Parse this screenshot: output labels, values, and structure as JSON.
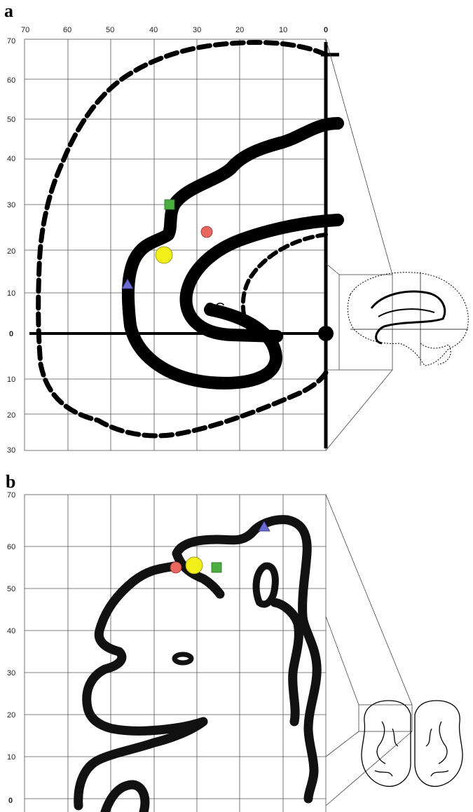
{
  "panel_a": {
    "letter": "a",
    "x_ticks": [
      "70",
      "60",
      "50",
      "40",
      "30",
      "20",
      "10",
      "0"
    ],
    "y_ticks": [
      "70",
      "60",
      "50",
      "40",
      "30",
      "20",
      "10",
      "0",
      "10",
      "20",
      "30"
    ],
    "region_label": "CC",
    "markers": [
      {
        "name": "green-square-marker",
        "shape": "square",
        "color": "#4cae3f"
      },
      {
        "name": "red-circle-marker",
        "shape": "circle",
        "color": "#e8675e"
      },
      {
        "name": "yellow-circle-marker",
        "shape": "circle",
        "color": "#f2ee1a"
      },
      {
        "name": "blue-triangle-marker",
        "shape": "triangle",
        "color": "#6a6ad2"
      }
    ]
  },
  "panel_b": {
    "letter": "b",
    "y_ticks": [
      "70",
      "60",
      "50",
      "40",
      "30",
      "20",
      "10",
      "0"
    ],
    "markers": [
      {
        "name": "blue-triangle-marker",
        "shape": "triangle",
        "color": "#6a6ad2"
      },
      {
        "name": "red-circle-marker",
        "shape": "circle",
        "color": "#e8675e"
      },
      {
        "name": "yellow-circle-marker",
        "shape": "circle",
        "color": "#f2ee1a"
      },
      {
        "name": "green-square-marker",
        "shape": "square",
        "color": "#4cae3f"
      }
    ]
  }
}
